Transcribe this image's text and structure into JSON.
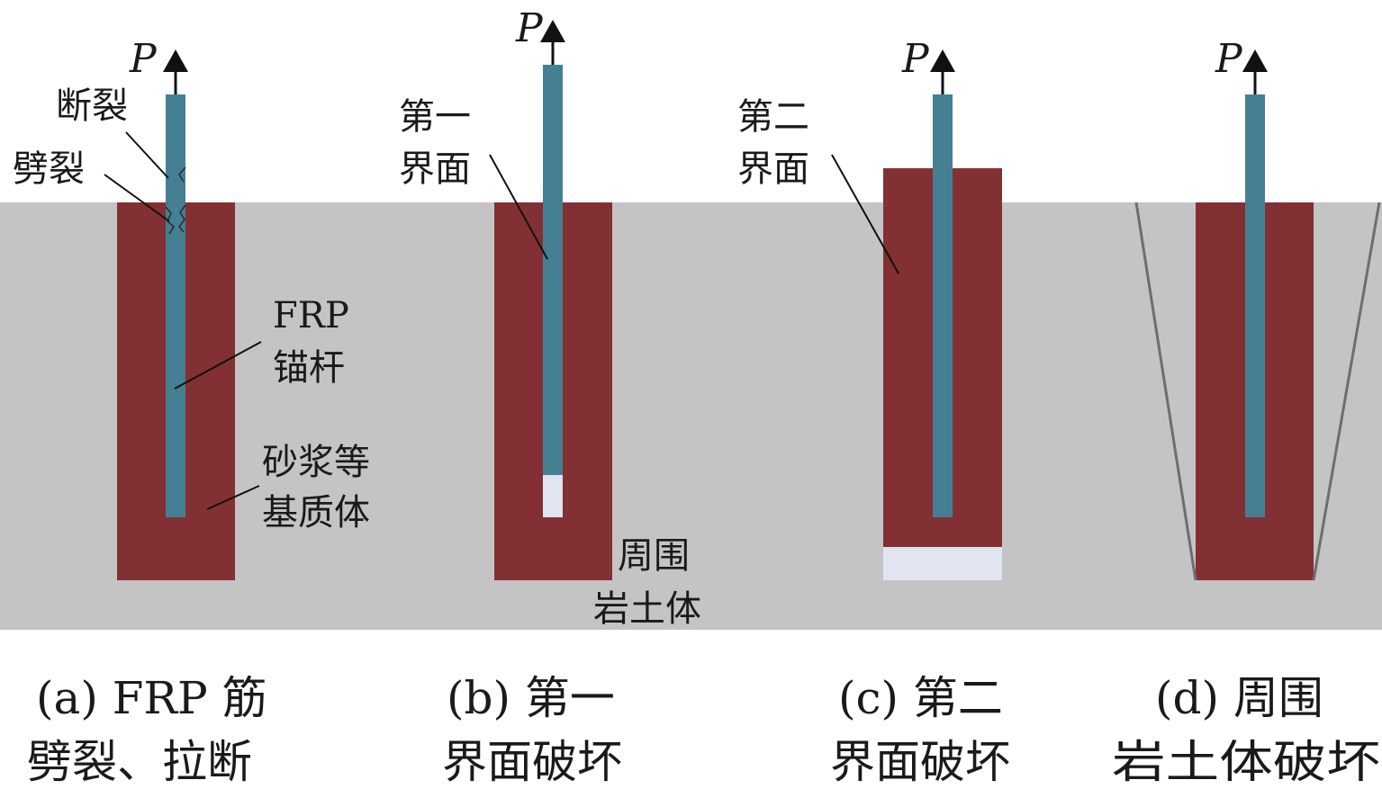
{
  "colors": {
    "ground": "#c4c4c4",
    "grout": "#823034",
    "rod": "#457f93",
    "void": "#e1e4f1",
    "leader": "#111111",
    "failure_line": "#6e6e6e"
  },
  "load_symbol": "P",
  "panel_a": {
    "label_fracture": "断裂",
    "label_splitting": "劈裂",
    "label_frp_line1": "FRP",
    "label_frp_line2": "锚杆",
    "label_grout_line1": "砂浆等",
    "label_grout_line2": "基质体",
    "caption_line1": "(a) FRP 筋",
    "caption_line2": "劈裂、拉断"
  },
  "panel_b": {
    "label_line1": "第一",
    "label_line2": "界面",
    "label_soil_line1": "周围",
    "label_soil_line2": "岩土体",
    "caption_line1": "(b) 第一",
    "caption_line2": "界面破坏"
  },
  "panel_c": {
    "label_line1": "第二",
    "label_line2": "界面",
    "caption_line1": "(c) 第二",
    "caption_line2": "界面破坏"
  },
  "panel_d": {
    "caption_line1": "(d) 周围",
    "caption_line2": "岩土体破坏"
  }
}
